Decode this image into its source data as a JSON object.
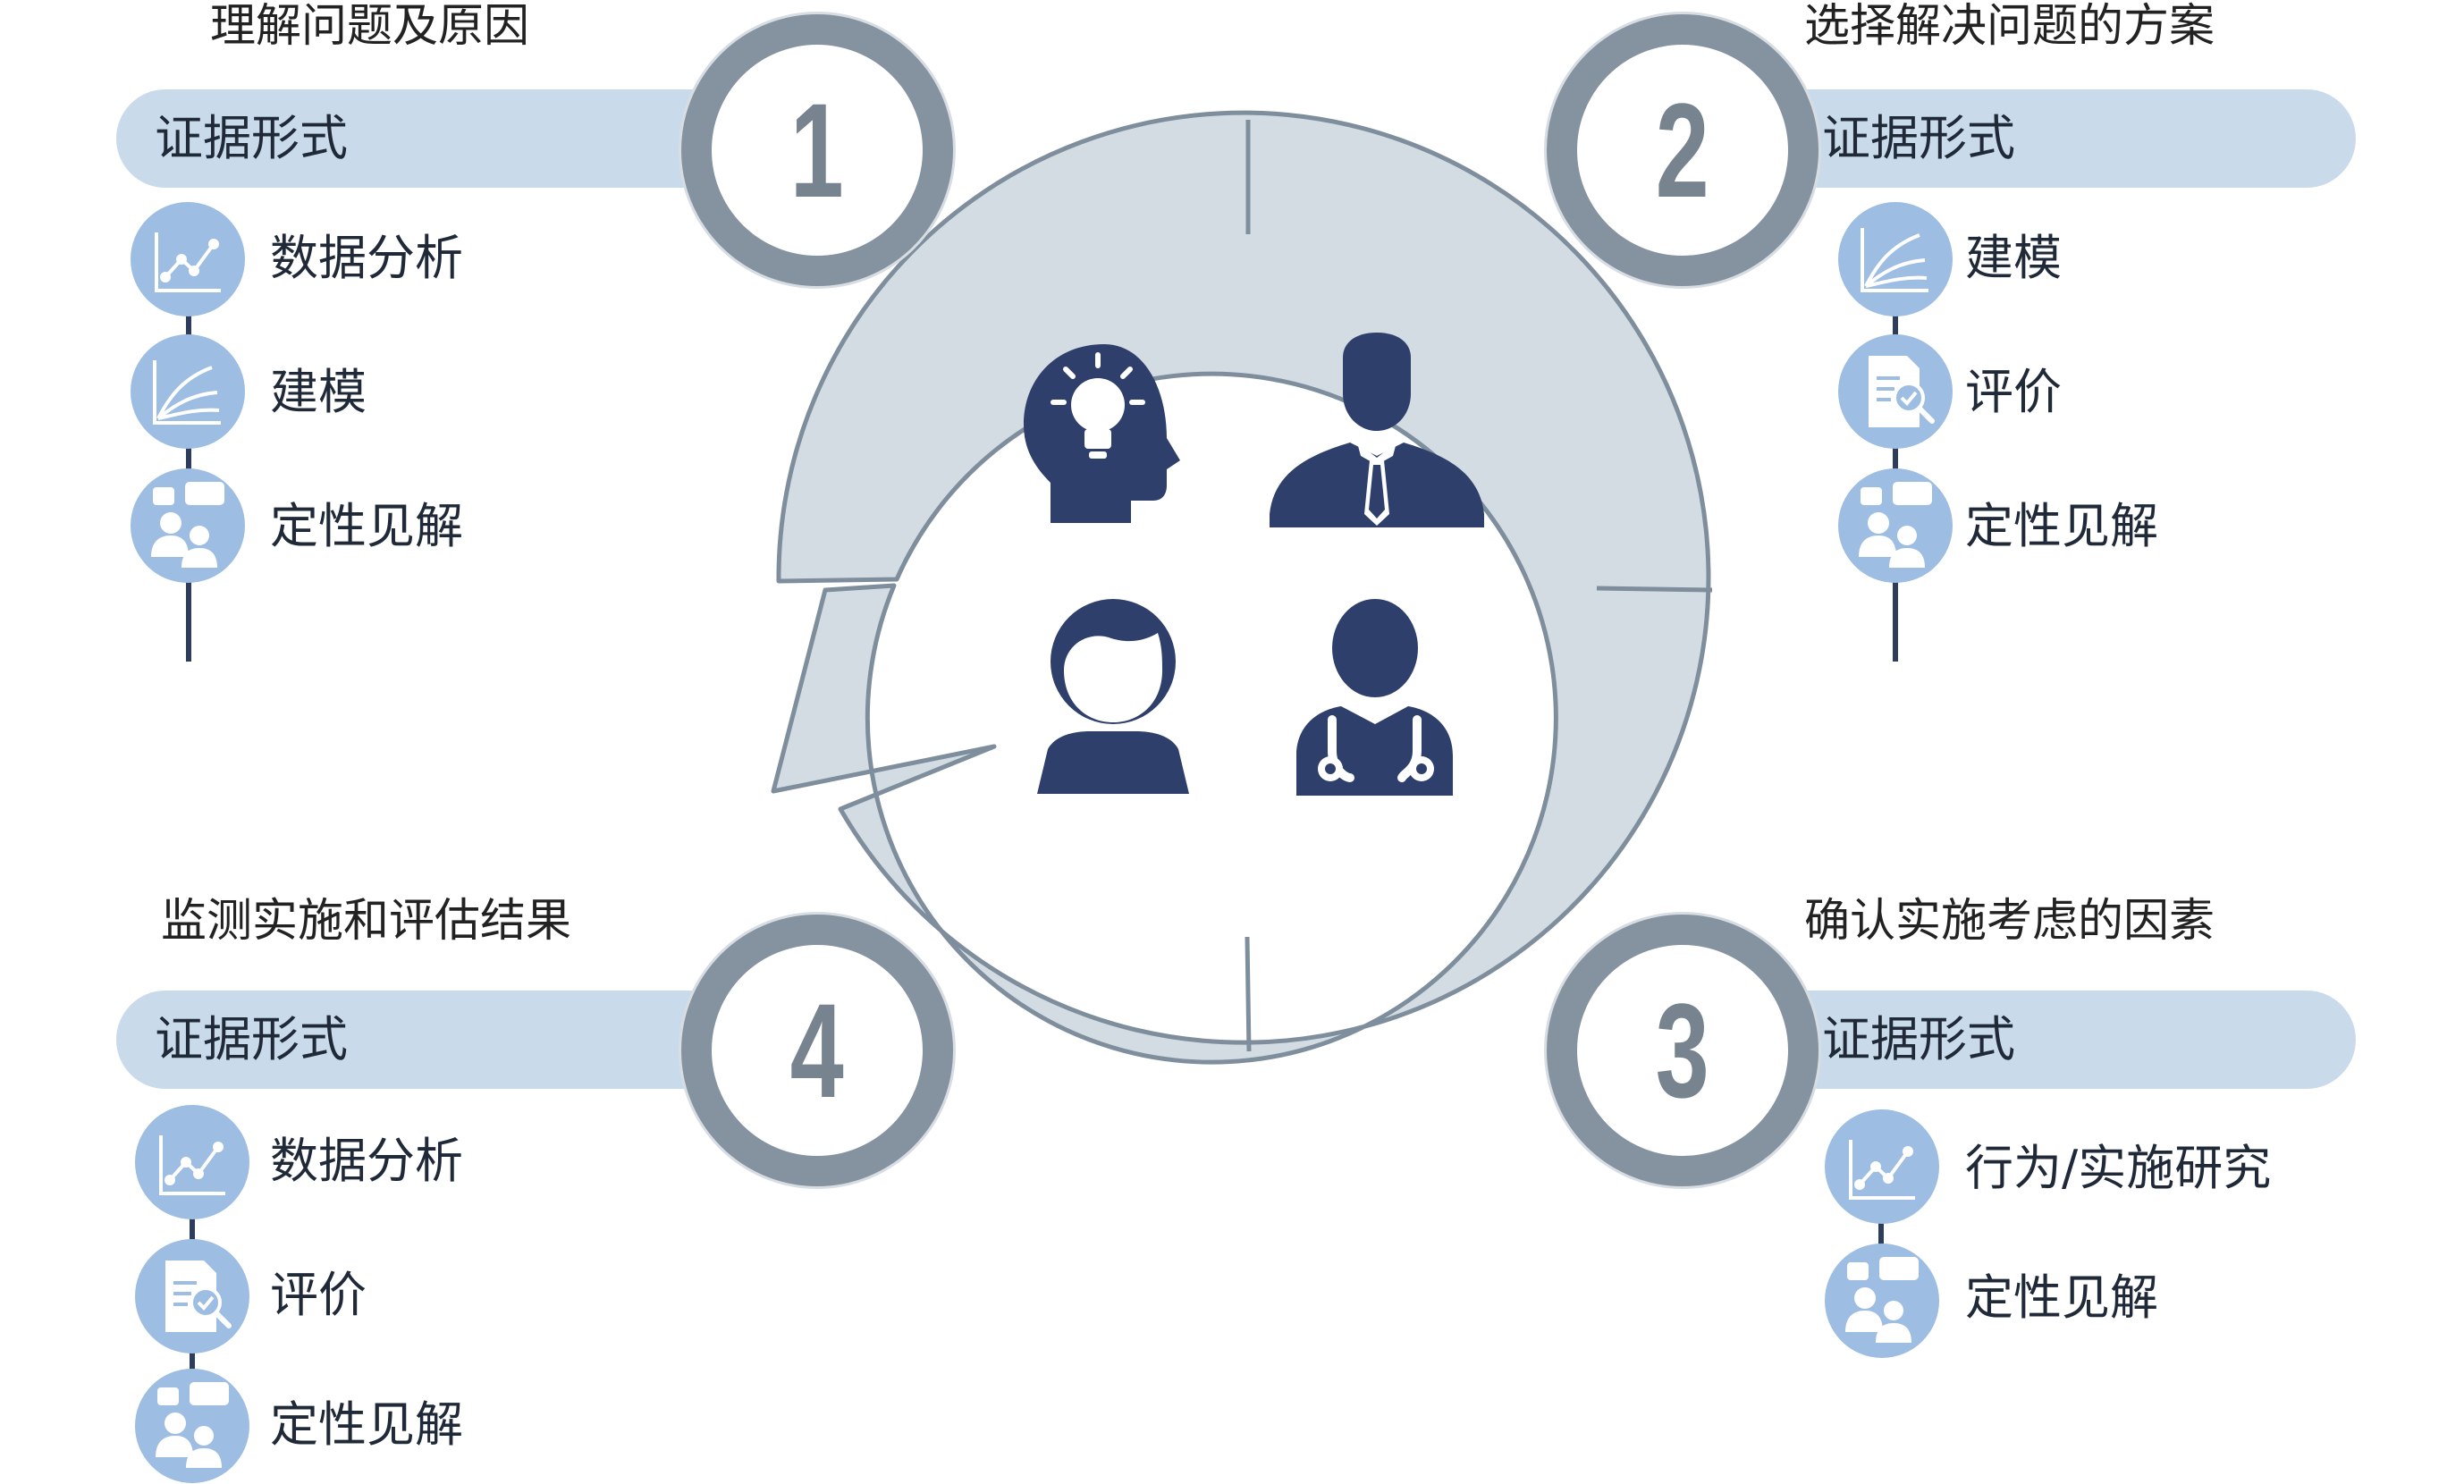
{
  "colors": {
    "bar": "#c9dbea",
    "badge_ring": "#8593a0",
    "badge_number": "#77838f",
    "icon_circle": "#9dbde3",
    "person": "#2f3f6b",
    "cycle_fill": "#d3dce3",
    "cycle_stroke": "#7f8e9c"
  },
  "stages": [
    {
      "number": "1",
      "title": "理解问题及原因",
      "bar_label": "证据形式",
      "items": [
        {
          "icon": "line-chart-icon",
          "label": "数据分析"
        },
        {
          "icon": "curves-chart-icon",
          "label": "建模"
        },
        {
          "icon": "chat-people-icon",
          "label": "定性见解"
        }
      ]
    },
    {
      "number": "2",
      "title": "选择解决问题的方案",
      "bar_label": "证据形式",
      "items": [
        {
          "icon": "curves-chart-icon",
          "label": "建模"
        },
        {
          "icon": "document-review-icon",
          "label": "评价"
        },
        {
          "icon": "chat-people-icon",
          "label": "定性见解"
        }
      ]
    },
    {
      "number": "3",
      "title": "确认实施考虑的因素",
      "bar_label": "证据形式",
      "items": [
        {
          "icon": "line-chart-icon",
          "label": "行为/实施研究"
        },
        {
          "icon": "chat-people-icon",
          "label": "定性见解"
        }
      ]
    },
    {
      "number": "4",
      "title": "监测实施和评估结果",
      "bar_label": "证据形式",
      "items": [
        {
          "icon": "line-chart-icon",
          "label": "数据分析"
        },
        {
          "icon": "document-review-icon",
          "label": "评价"
        },
        {
          "icon": "chat-people-icon",
          "label": "定性见解"
        }
      ]
    }
  ],
  "center_icons": [
    "head-lightbulb-icon",
    "businessman-icon",
    "woman-icon",
    "doctor-icon"
  ]
}
